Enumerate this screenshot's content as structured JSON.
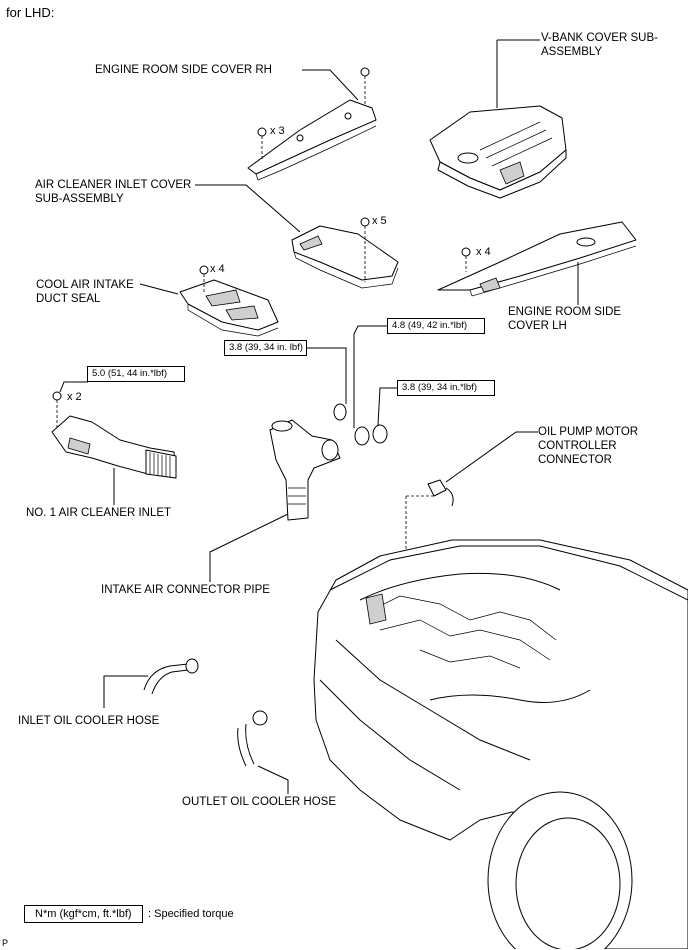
{
  "header": {
    "title": "for LHD:"
  },
  "footer_mark": "P",
  "labels": {
    "engine_room_side_cover_rh": "ENGINE ROOM SIDE COVER RH",
    "v_bank_cover_line1": "V-BANK COVER SUB-",
    "v_bank_cover_line2": "ASSEMBLY",
    "air_cleaner_inlet_cover_line1": "AIR CLEANER INLET COVER",
    "air_cleaner_inlet_cover_line2": "SUB-ASSEMBLY",
    "cool_air_intake_line1": "COOL AIR INTAKE",
    "cool_air_intake_line2": "DUCT SEAL",
    "engine_room_side_cover_lh_line1": "ENGINE ROOM SIDE",
    "engine_room_side_cover_lh_line2": "COVER LH",
    "no1_air_cleaner_inlet": "NO. 1 AIR CLEANER INLET",
    "oil_pump_line1": "OIL PUMP MOTOR",
    "oil_pump_line2": "CONTROLLER",
    "oil_pump_line3": "CONNECTOR",
    "intake_air_connector_pipe": "INTAKE AIR CONNECTOR PIPE",
    "inlet_oil_cooler_hose": "INLET OIL COOLER HOSE",
    "outlet_oil_cooler_hose": "OUTLET OIL COOLER HOSE"
  },
  "quantities": {
    "rh_cover_bolts": "x 3",
    "inlet_cover_bolts": "x 5",
    "duct_seal_bolts": "x 4",
    "lh_cover_bolts": "x 4",
    "air_cleaner_bolts": "x 2"
  },
  "torques": {
    "clamp_left": "3.8 (39, 34 in. lbf)",
    "clamp_middle": "4.8 (49, 42 in.*lbf)",
    "clamp_right": "3.8 (39, 34 in.*lbf)",
    "air_cleaner_bolt": "5.0 (51, 44 in.*lbf)"
  },
  "legend": {
    "box_text": "N*m (kgf*cm, ft.*lbf)",
    "description": ": Specified torque"
  }
}
